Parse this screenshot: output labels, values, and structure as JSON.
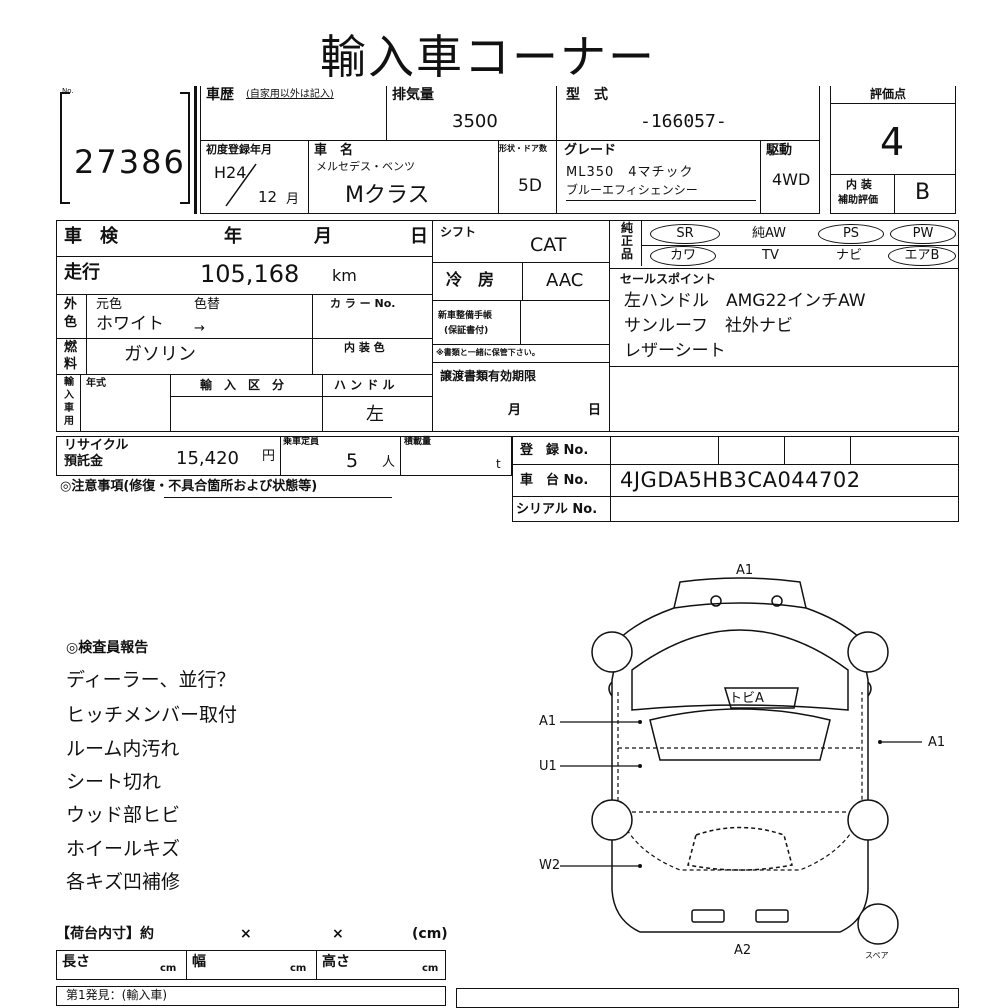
{
  "header": {
    "title": "輸入車コーナー"
  },
  "sheet": {
    "no_label": "No.",
    "lot_number": "27386",
    "history_label": "車歴",
    "history_note": "(自家用以外は記入)",
    "displacement_label": "排気量",
    "displacement": "3500",
    "model_label": "型　式",
    "model_code": "-166057-",
    "score_label": "評価点",
    "score": "4",
    "first_reg_label": "初度登録年月",
    "first_reg_year": "H24",
    "first_reg_month": "12",
    "month_unit": "月",
    "car_name_label": "車　名",
    "maker": "メルセデス・ベンツ",
    "car_name": "Mクラス",
    "shape_door_label": "形状・ドア数",
    "doors": "5D",
    "grade_label": "グレード",
    "grade_line1": "ML350　4マチック",
    "grade_line2": "ブルーエフィシェンシー",
    "drive_label": "駆動",
    "drive": "4WD",
    "interior_label_1": "内 装",
    "interior_label_2": "補助評価",
    "interior_score": "B",
    "inspection_label": "車　検",
    "inspection_units": [
      "年",
      "月",
      "日"
    ],
    "shift_label": "シフト",
    "shift": "CAT",
    "genuine_label_1": "純",
    "genuine_label_2": "正",
    "genuine_label_3": "品",
    "equipment_row1": [
      "SR",
      "純AW",
      "PS",
      "PW"
    ],
    "equipment_row2": [
      "カワ",
      "TV",
      "ナビ",
      "エアB"
    ],
    "mileage_label": "走行",
    "mileage": "105,168",
    "mileage_unit": "km",
    "ac_label": "冷　房",
    "ac": "AAC",
    "sales_points_label": "セールスポイント",
    "sales_points": [
      "左ハンドル　AMG22インチAW",
      "サンルーフ　社外ナビ",
      "レザーシート"
    ],
    "exterior_label_1": "外",
    "exterior_label_2": "色",
    "original_color_label": "元色",
    "color_change_label": "色替",
    "color_value": "ホワイト",
    "color_arrow": "→",
    "color_no_label": "カ ラ ー No.",
    "maintenance_label_1": "新車整備手帳",
    "maintenance_label_2": "(保証書付)",
    "maintenance_note": "※書類と一緒に保管下さい。",
    "fuel_label_1": "燃",
    "fuel_label_2": "料",
    "fuel": "ガソリン",
    "interior_color_label": "内 装 色",
    "import_label": [
      "輸",
      "入",
      "車",
      "用"
    ],
    "model_year_label": "年式",
    "import_type_label": "輸　入　区　分",
    "handle_label": "ハ ン ド ル",
    "handle": "左",
    "transfer_doc_label": "譲渡書類有効期限",
    "transfer_units": [
      "月",
      "日"
    ],
    "recycle_label_1": "リサイクル",
    "recycle_label_2": "預託金",
    "recycle_fee": "15,420",
    "yen": "円",
    "capacity_label": "乗車定員",
    "capacity": "5",
    "capacity_unit": "人",
    "load_label": "積載量",
    "load_unit": "t",
    "reg_no_label": "登　録 No.",
    "chassis_label": "車　台 No.",
    "chassis_no": "4JGDA5HB3CA044702",
    "serial_label": "シリアル No.",
    "notes_title": "◎注意事項(修復・不具合箇所および状態等)"
  },
  "report": {
    "title": "◎検査員報告",
    "lines": [
      "ディーラー、並行？",
      "ヒッチメンバー取付",
      "ルーム内汚れ",
      "シート切れ",
      "ウッド部ヒビ",
      "ホイールキズ",
      "各キズ凹補修"
    ]
  },
  "cargo": {
    "title": "【荷台内寸】約",
    "times": "×",
    "unit_paren": "(cm)",
    "length_label": "長さ",
    "width_label": "幅",
    "height_label": "高さ",
    "unit": "cm",
    "first_owner": "第1発見：(輸入車)"
  },
  "diagram": {
    "top": "A1",
    "left1": "A1",
    "left2": "U1",
    "left3": "W2",
    "right": "A1",
    "bottom": "A2",
    "roof": "トビA",
    "spare": "スペア"
  }
}
